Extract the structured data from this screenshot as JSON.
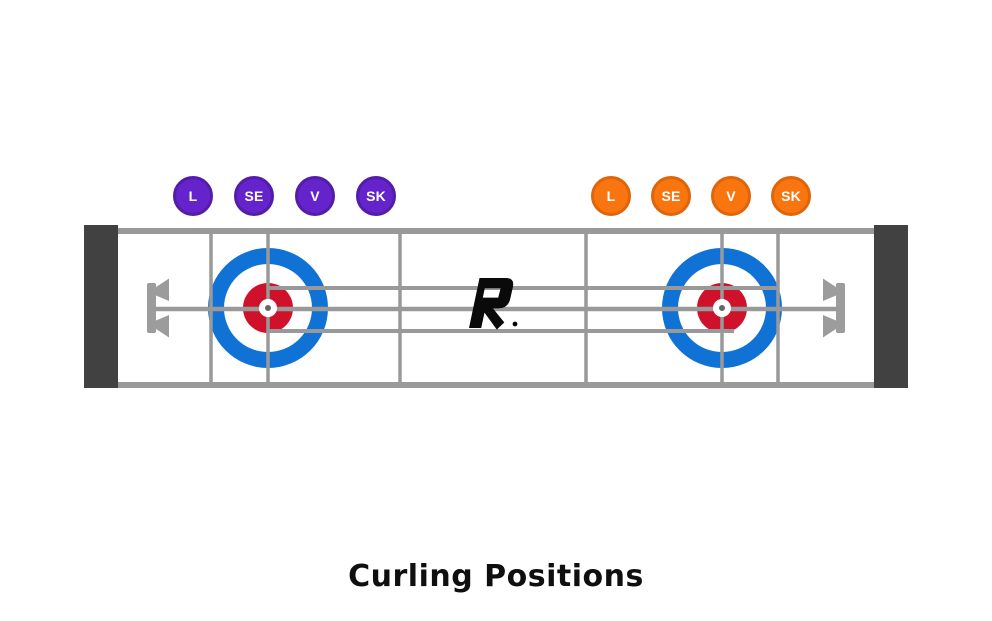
{
  "title": {
    "text": "Curling Positions"
  },
  "teams": [
    {
      "id": "team-purple",
      "color": "#6524CB",
      "border_color": "#531CA9",
      "positions": [
        "L",
        "SE",
        "V",
        "SK"
      ]
    },
    {
      "id": "team-orange",
      "color": "#F9750F",
      "border_color": "#E0640A",
      "positions": [
        "L",
        "SE",
        "V",
        "SK"
      ]
    }
  ],
  "rink": {
    "surface_color": "#FFFFFF",
    "line_color": "#999999",
    "board_color": "#414141",
    "hack_color": "#9C9C9C",
    "house_colors": {
      "outer_ring": "#0F72D4",
      "inner_ring": "#FFFFFF",
      "button": "#D0112B",
      "pin_dot": "#666666"
    },
    "logo_text": "R."
  }
}
